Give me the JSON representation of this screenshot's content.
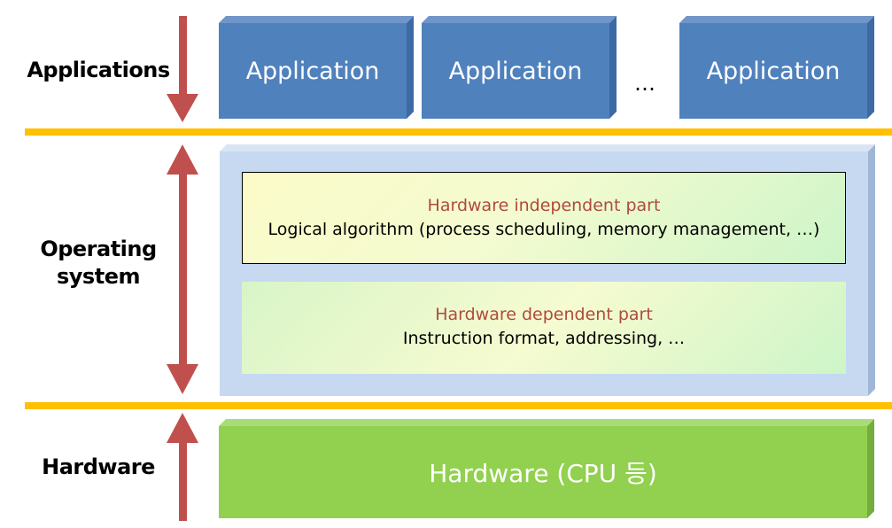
{
  "layers": {
    "applications_label": "Applications",
    "os_label_line1": "Operating",
    "os_label_line2": "system",
    "hardware_label": "Hardware"
  },
  "applications": {
    "boxes": [
      "Application",
      "Application",
      "Application"
    ],
    "ellipsis": "…"
  },
  "os": {
    "independent_title": "Hardware independent part",
    "independent_desc": "Logical algorithm (process scheduling, memory management, …)",
    "dependent_title": "Hardware dependent part",
    "dependent_desc": "Instruction format, addressing, …"
  },
  "hardware": {
    "box_label": "Hardware (CPU 등)"
  },
  "colors": {
    "arrow": "#c0504d",
    "divider": "#ffc000",
    "app_box": "#4f81bd",
    "os_panel": "#c6d9f1",
    "hardware_box": "#92d050"
  }
}
